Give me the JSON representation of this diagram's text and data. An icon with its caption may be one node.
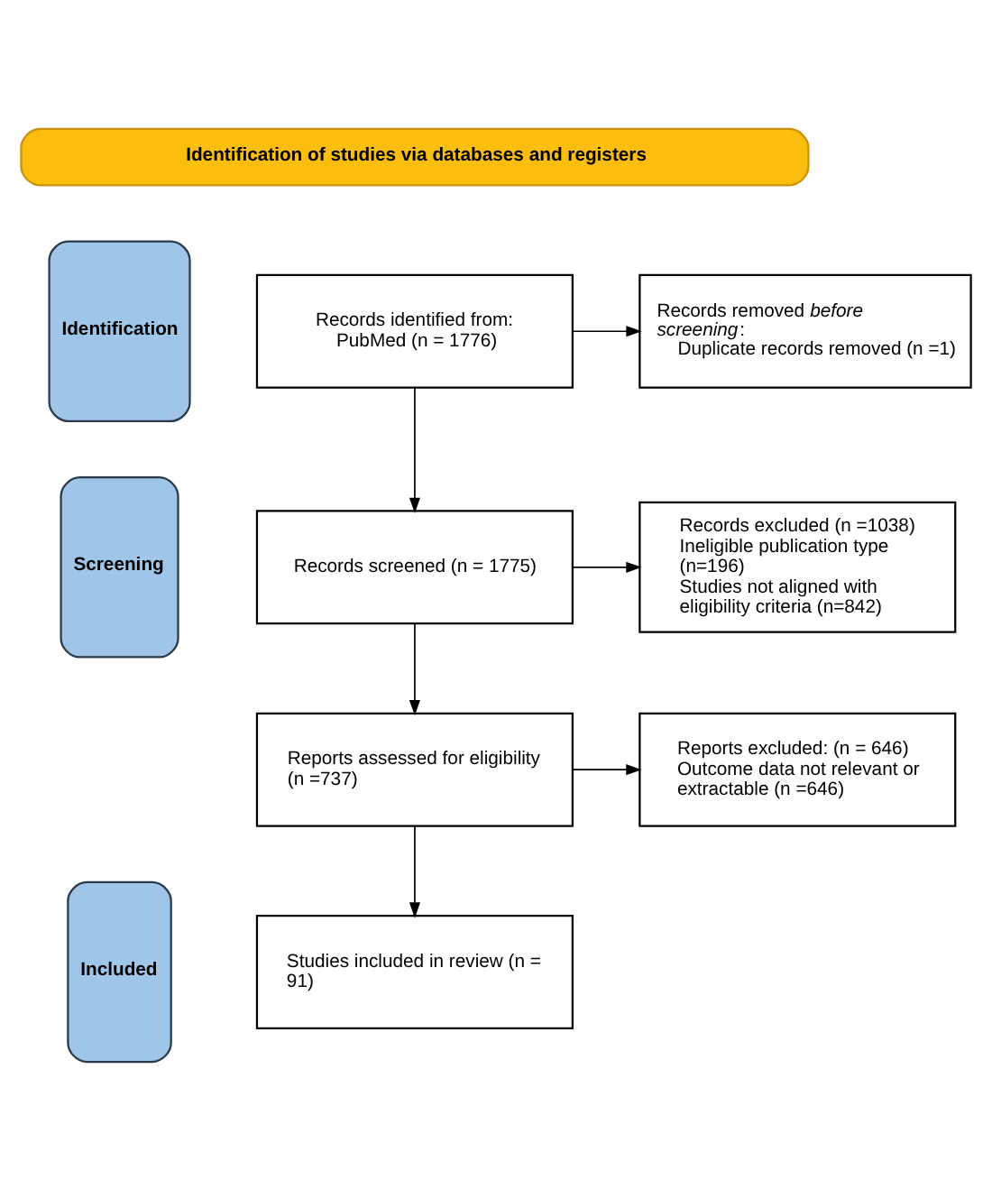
{
  "diagram": {
    "nodes": [
      {
        "text": [
          "Identification of studies via databases and registers"
        ]
      },
      {
        "text": [
          "Identification"
        ]
      },
      {
        "text": [
          "Records identified from:",
          "PubMed (n = 1776)"
        ]
      },
      {
        "text": [
          "Records removed *before screening*:",
          "Duplicate records removed (n =1)"
        ]
      },
      {
        "text": [
          "Screening"
        ]
      },
      {
        "text": [
          "Records screened (n = 1775)"
        ]
      },
      {
        "text": [
          "Records excluded (n =1038)",
          "Ineligible publication type (n=196)",
          "Studies not aligned with eligibility criteria (n=842)"
        ]
      },
      {
        "text": [
          "Reports assessed for eligibility (n =737)"
        ]
      },
      {
        "text": [
          "Reports excluded: (n = 646)",
          "Outcome data not relevant or extractable (n =646)"
        ]
      },
      {
        "text": [
          "Included"
        ]
      },
      {
        "text": [
          "Studies included in review (n = 91)"
        ]
      }
    ],
    "edges": [
      {
        "from": 2,
        "to": 3,
        "arrow": "to"
      },
      {
        "from": 2,
        "to": 5,
        "arrow": "to"
      },
      {
        "from": 5,
        "to": 6,
        "arrow": "to"
      },
      {
        "from": 5,
        "to": 7,
        "arrow": "to"
      },
      {
        "from": 7,
        "to": 8,
        "arrow": "to"
      },
      {
        "from": 7,
        "to": 10,
        "arrow": "to"
      }
    ]
  }
}
